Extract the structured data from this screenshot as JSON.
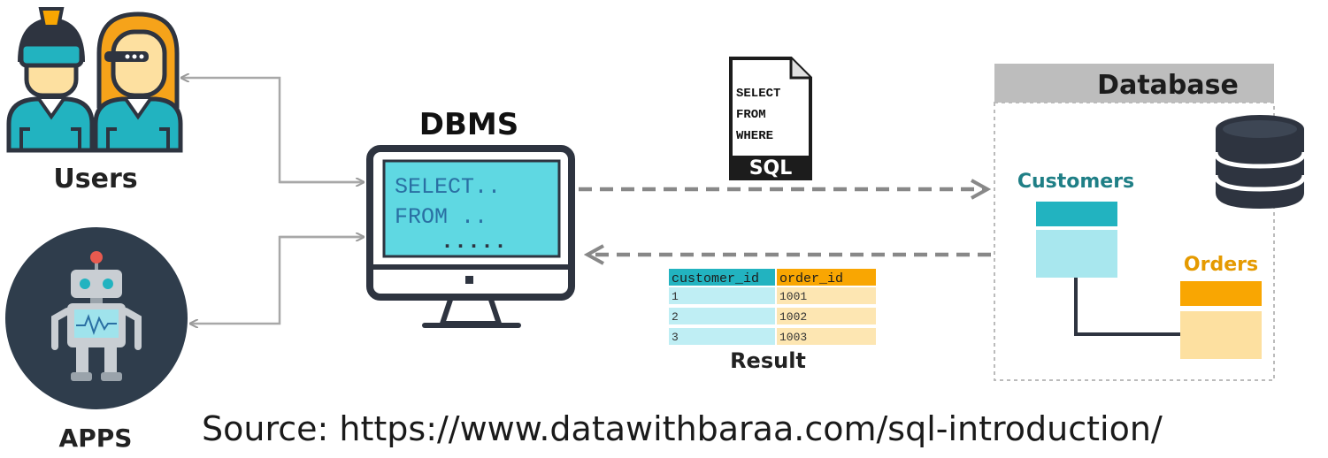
{
  "users": {
    "label": "Users"
  },
  "apps": {
    "label": "APPS"
  },
  "dbms": {
    "title": "DBMS",
    "query_lines": [
      "SELECT..",
      "FROM ..",
      "....."
    ]
  },
  "sql_doc": {
    "lines": [
      "SELECT",
      "FROM",
      "WHERE"
    ],
    "badge": "SQL"
  },
  "result": {
    "label": "Result",
    "headers": [
      "customer_id",
      "order_id"
    ],
    "rows": [
      [
        "1",
        "1001"
      ],
      [
        "2",
        "1002"
      ],
      [
        "3",
        "1003"
      ]
    ]
  },
  "database": {
    "title": "Database",
    "tables": [
      {
        "label": "Customers"
      },
      {
        "label": "Orders"
      }
    ]
  },
  "caption": "Source: https://www.datawithbaraa.com/sql-introduction/",
  "icons": {
    "user_male": "user-vr-headset-icon",
    "user_female": "user-glasses-icon",
    "robot": "robot-icon",
    "monitor": "monitor-icon",
    "document": "sql-document-icon",
    "cylinder": "database-cylinder-icon"
  },
  "colors": {
    "teal": "#22b3c0",
    "screen": "#5fd8e2",
    "screen_text": "#2a6fa3",
    "orange": "#f9a602",
    "orange_light": "#fde0a0",
    "cyan_light": "#bfeef4",
    "header_gray": "#bdbdbd",
    "dark": "#2e3440",
    "hair": "#f6a31a",
    "robot_bg": "#2f3d4c",
    "customers_label": "#1f7f86",
    "orders_label": "#e59a00"
  }
}
